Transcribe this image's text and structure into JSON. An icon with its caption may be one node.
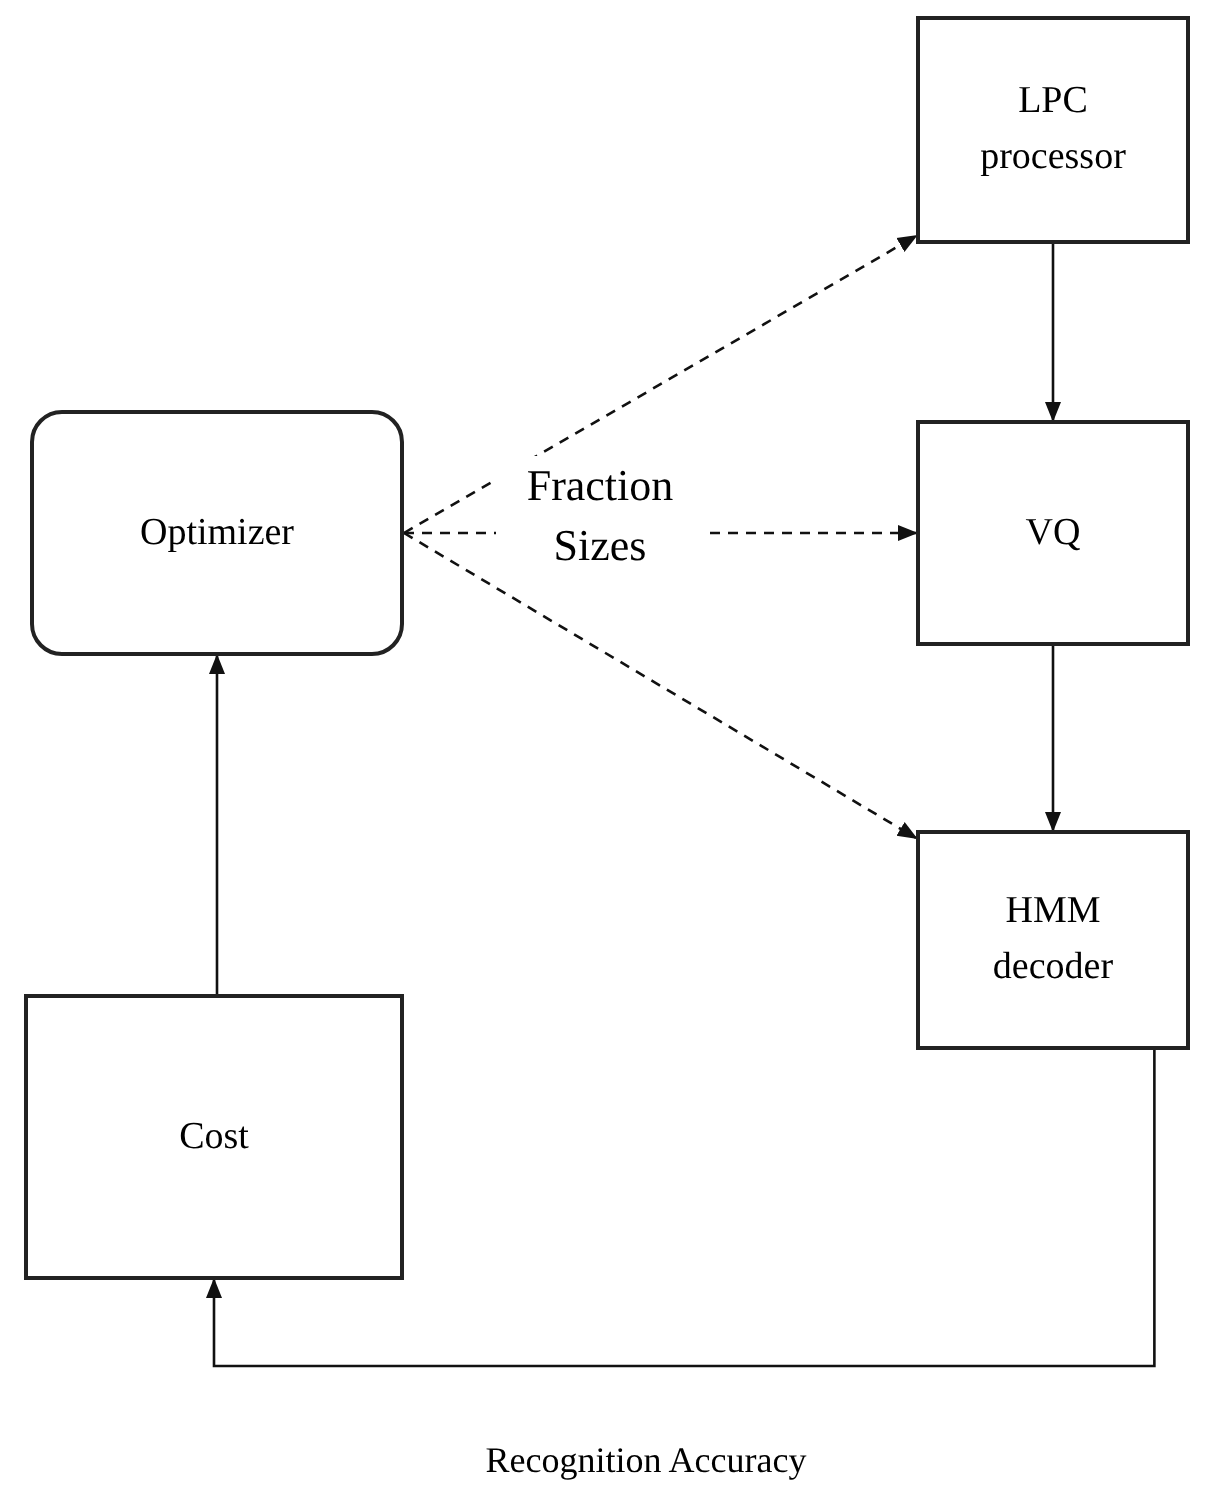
{
  "diagram": {
    "nodes": [
      {
        "text": [
          "LPC processor"
        ]
      },
      {
        "text": [
          "Optimizer"
        ]
      },
      {
        "text": [
          "VQ"
        ]
      },
      {
        "text": [
          "HMM decoder"
        ]
      },
      {
        "text": [
          "Cost"
        ]
      }
    ],
    "edges": [
      {
        "from": 1,
        "to": 0,
        "arrow": "to",
        "style": "dashed"
      },
      {
        "from": 1,
        "to": 2,
        "arrow": "to",
        "style": "dashed",
        "label": "Fraction Sizes"
      },
      {
        "from": 1,
        "to": 3,
        "arrow": "to",
        "style": "dashed"
      },
      {
        "from": 0,
        "to": 2,
        "arrow": "to"
      },
      {
        "from": 2,
        "to": 3,
        "arrow": "to"
      },
      {
        "from": 4,
        "to": 1,
        "arrow": "to"
      },
      {
        "from": 3,
        "to": 4,
        "arrow": "to",
        "label": "Recognition Accuracy"
      }
    ]
  }
}
